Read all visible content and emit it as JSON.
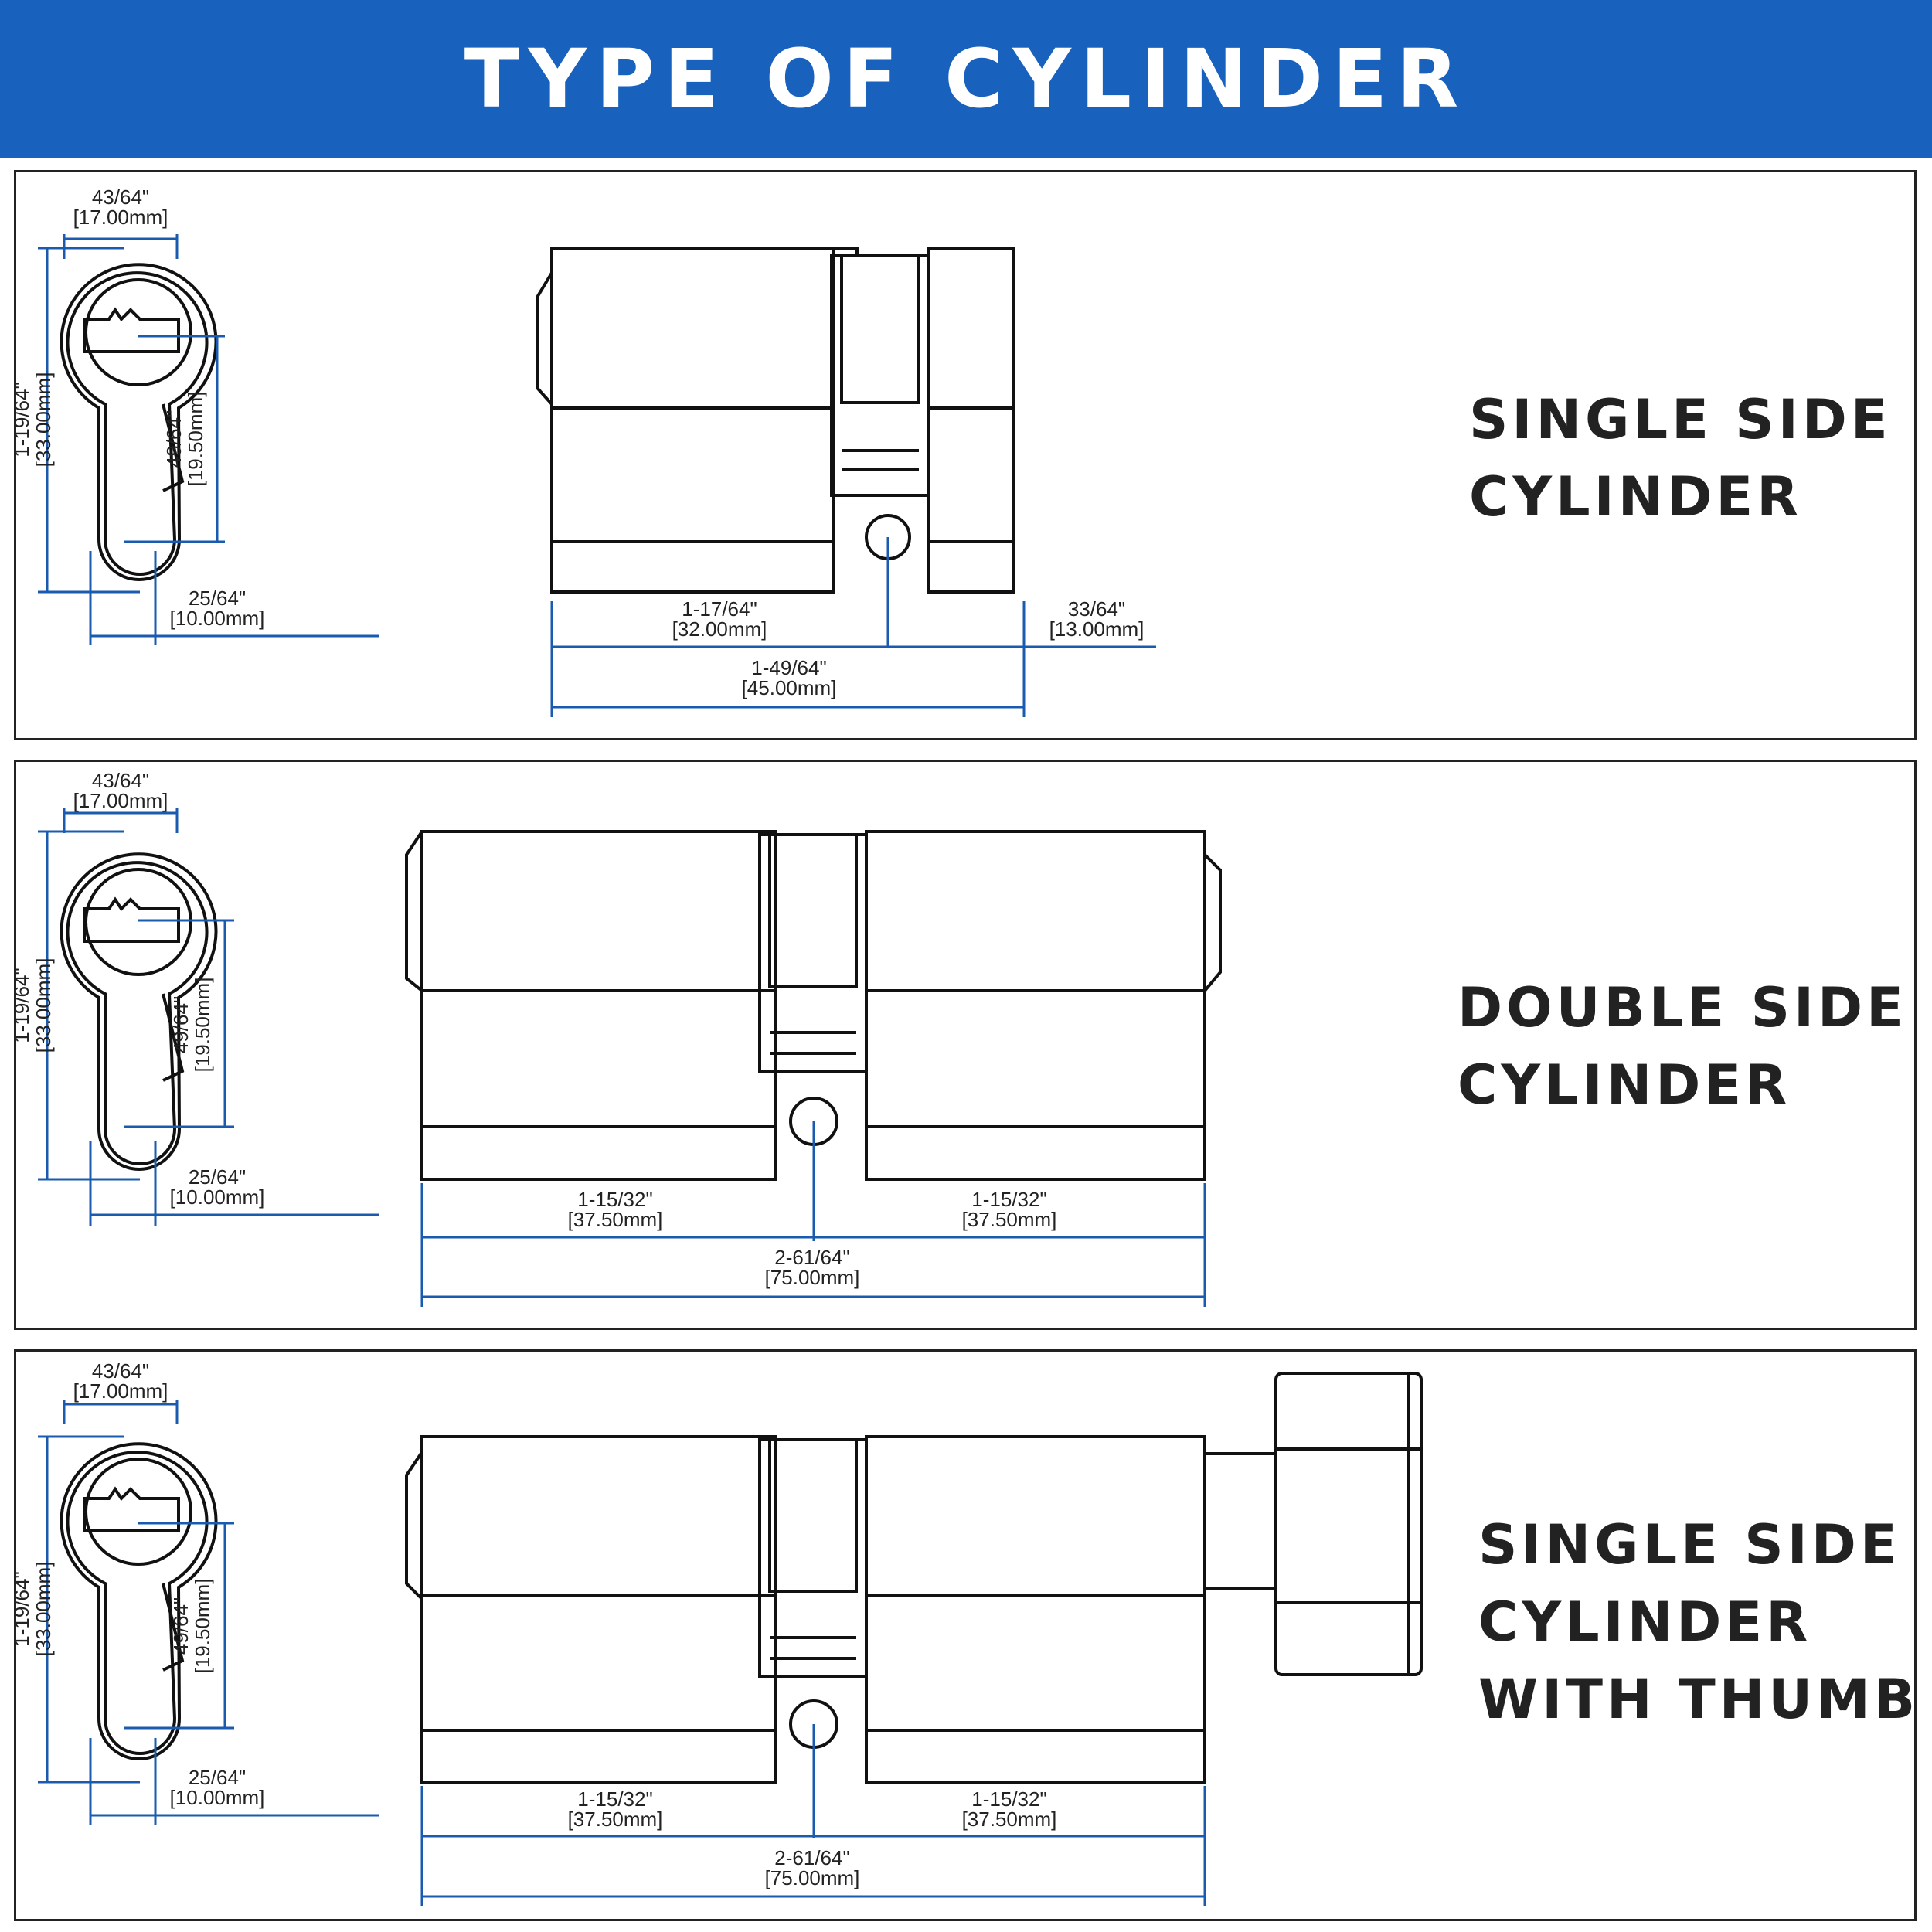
{
  "header": {
    "title": "TYPE OF CYLINDER"
  },
  "colors": {
    "header_bg": "#1861bd",
    "dimension_line": "#1a5bb0",
    "outline": "#111111"
  },
  "panels": [
    {
      "label_lines": [
        "SINGLE SIDE",
        "CYLINDER"
      ],
      "dims": {
        "width": [
          "43/64\"",
          "[17.00mm]"
        ],
        "height": [
          "1-19/64\"",
          "[33.00mm]"
        ],
        "mid": [
          "49/64\"",
          "[19.50mm]"
        ],
        "base": [
          "25/64\"",
          "[10.00mm]"
        ],
        "len_a": [
          "1-17/64\"",
          "[32.00mm]"
        ],
        "len_b": [
          "33/64\"",
          "[13.00mm]"
        ],
        "total": [
          "1-49/64\"",
          "[45.00mm]"
        ]
      }
    },
    {
      "label_lines": [
        "DOUBLE SIDE",
        "CYLINDER"
      ],
      "dims": {
        "width": [
          "43/64\"",
          "[17.00mm]"
        ],
        "height": [
          "1-19/64\"",
          "[33.00mm]"
        ],
        "mid": [
          "49/64\"",
          "[19.50mm]"
        ],
        "base": [
          "25/64\"",
          "[10.00mm]"
        ],
        "len_a": [
          "1-15/32\"",
          "[37.50mm]"
        ],
        "len_b": [
          "1-15/32\"",
          "[37.50mm]"
        ],
        "total": [
          "2-61/64\"",
          "[75.00mm]"
        ]
      }
    },
    {
      "label_lines": [
        "SINGLE SIDE",
        "CYLINDER",
        "WITH THUMB"
      ],
      "dims": {
        "width": [
          "43/64\"",
          "[17.00mm]"
        ],
        "height": [
          "1-19/64\"",
          "[33.00mm]"
        ],
        "mid": [
          "49/64\"",
          "[19.50mm]"
        ],
        "base": [
          "25/64\"",
          "[10.00mm]"
        ],
        "len_a": [
          "1-15/32\"",
          "[37.50mm]"
        ],
        "len_b": [
          "1-15/32\"",
          "[37.50mm]"
        ],
        "total": [
          "2-61/64\"",
          "[75.00mm]"
        ]
      }
    }
  ]
}
